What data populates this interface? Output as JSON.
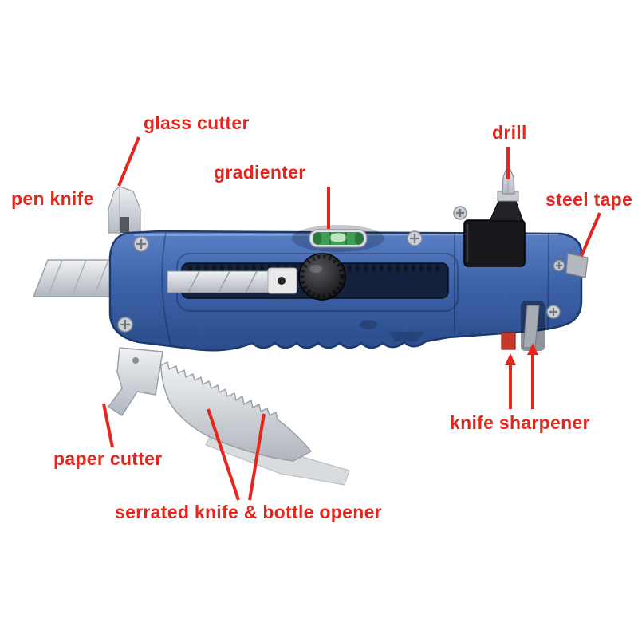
{
  "image": {
    "description": "Annotated product diagram of a blue multi-function glass cutter utility knife",
    "background": "#ffffff"
  },
  "colors": {
    "label_red": "#e4261d",
    "body_blue": "#3c62a8",
    "body_blue_dark": "#27477f",
    "metal_silver": "#ccd0d6",
    "knob_black": "#1c1c1f",
    "level_green": "#3f9e55"
  },
  "labels": {
    "glass_cutter": "glass cutter",
    "gradienter": "gradienter",
    "drill": "drill",
    "pen_knife": "pen knife",
    "steel_tape": "steel tape",
    "knife_sharpener": "knife sharpener",
    "paper_cutter": "paper cutter",
    "serrated_knife": "serrated knife & bottle opener"
  }
}
